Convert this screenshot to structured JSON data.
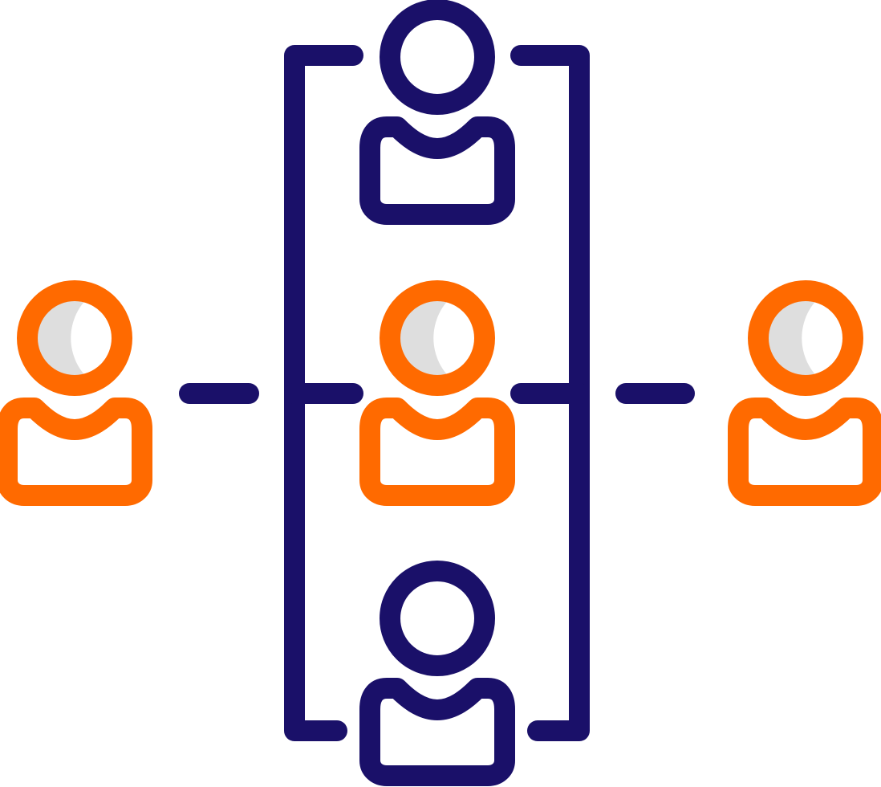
{
  "icon": {
    "name": "team-hierarchy-icon",
    "colors": {
      "structure": "#1a1069",
      "highlight": "#ff6a00",
      "fill": "#dedede",
      "background": "#ffffff"
    },
    "people": [
      {
        "name": "person-top-icon",
        "color_role": "structure"
      },
      {
        "name": "person-center-icon",
        "color_role": "highlight"
      },
      {
        "name": "person-bottom-icon",
        "color_role": "structure"
      },
      {
        "name": "person-left-icon",
        "color_role": "highlight"
      },
      {
        "name": "person-right-icon",
        "color_role": "highlight"
      }
    ]
  }
}
